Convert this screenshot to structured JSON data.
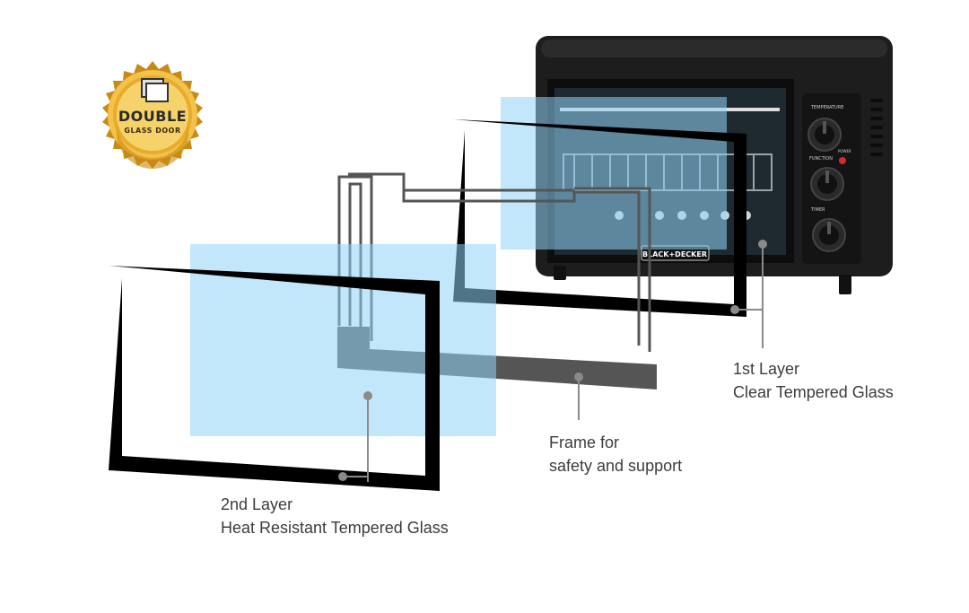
{
  "badge": {
    "line1": "DOUBLE",
    "line2": "GLASS DOOR"
  },
  "oven": {
    "brand": "BLACK+DECKER",
    "knobs": {
      "temperature": "TEMPERATURE",
      "function": "FUNCTION",
      "power": "POWER",
      "timer": "TIMER"
    }
  },
  "labels": {
    "layer1": {
      "line1": "1st Layer",
      "line2": "Clear Tempered Glass"
    },
    "frame": {
      "line1": "Frame for",
      "line2": "safety and support"
    },
    "layer2": {
      "line1": "2nd Layer",
      "line2": "Heat Resistant Tempered Glass"
    }
  },
  "colors": {
    "glass": "#8fd3f7",
    "frame_border": "#000000",
    "support_frame": "#555555",
    "badge_gold": "#d99a1c",
    "pointer": "#8a8a8a"
  }
}
